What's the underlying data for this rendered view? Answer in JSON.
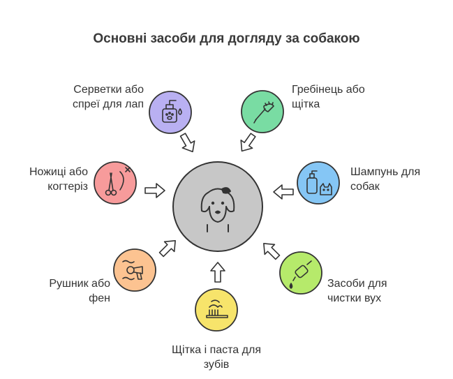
{
  "title": "Основні засоби для догляду за собакою",
  "center": {
    "icon": "dog-face-icon",
    "color": "#c7c7c7"
  },
  "items": [
    {
      "key": "wipes",
      "lines": [
        "Серветки або",
        "спреї для лап"
      ],
      "icon": "paw-spray-bottle-icon",
      "color": "#b9b0f2"
    },
    {
      "key": "comb",
      "lines": [
        "Гребінець або",
        "щітка"
      ],
      "icon": "comb-brush-icon",
      "color": "#79dca3"
    },
    {
      "key": "shampoo",
      "lines": [
        "Шампунь для",
        "собак"
      ],
      "icon": "shampoo-bottle-icon",
      "color": "#85c6f5"
    },
    {
      "key": "ears",
      "lines": [
        "Засоби для",
        "чистки вух"
      ],
      "icon": "ear-dropper-icon",
      "color": "#b6ea6b"
    },
    {
      "key": "teeth",
      "lines": [
        "Щітка і паста для",
        "зубів"
      ],
      "icon": "toothbrush-paste-icon",
      "color": "#f7e46b"
    },
    {
      "key": "towel",
      "lines": [
        "Рушник або",
        "фен"
      ],
      "icon": "towel-dryer-icon",
      "color": "#fcc391"
    },
    {
      "key": "scissors",
      "lines": [
        "Ножиці або",
        "когтеріз"
      ],
      "icon": "scissors-clipper-icon",
      "color": "#f79b9b"
    }
  ],
  "colors": {
    "stroke": "#333333",
    "text": "#333333"
  }
}
